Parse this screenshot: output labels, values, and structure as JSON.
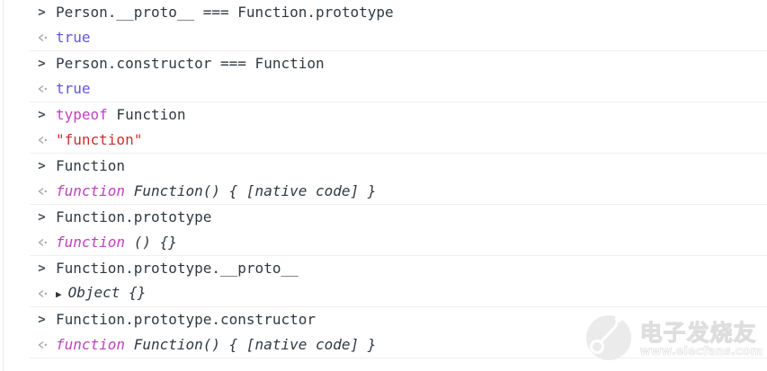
{
  "colors": {
    "background": "#ffffff",
    "left_border": "#ececec",
    "row_separator": "#f0f0f2",
    "input_chevron": "#46525d",
    "output_chevron": "#a8a8a8",
    "text_default": "#303942",
    "keyword": "#c041c1",
    "string": "#c9302c",
    "boolean": "#6257e0",
    "expander": "#333333",
    "watermark": "#dedede"
  },
  "icons": {
    "input": "chevron-right-icon",
    "result": "arrow-left-dot-icon",
    "expander": "triangle-right-icon"
  },
  "console": {
    "groups": [
      {
        "input": {
          "segments": [
            {
              "t": "Person.__proto__ === Function.prototype",
              "s": "plain"
            }
          ]
        },
        "result": {
          "segments": [
            {
              "t": "true",
              "s": "boolean"
            }
          ],
          "italic": false,
          "expander": false
        }
      },
      {
        "input": {
          "segments": [
            {
              "t": "Person.constructor === Function",
              "s": "plain"
            }
          ]
        },
        "result": {
          "segments": [
            {
              "t": "true",
              "s": "boolean"
            }
          ],
          "italic": false,
          "expander": false
        }
      },
      {
        "input": {
          "segments": [
            {
              "t": "typeof",
              "s": "keyword"
            },
            {
              "t": " Function",
              "s": "plain"
            }
          ]
        },
        "result": {
          "segments": [
            {
              "t": "\"function\"",
              "s": "string"
            }
          ],
          "italic": false,
          "expander": false
        }
      },
      {
        "input": {
          "segments": [
            {
              "t": "Function",
              "s": "plain"
            }
          ]
        },
        "result": {
          "segments": [
            {
              "t": "function",
              "s": "keyword"
            },
            {
              "t": " Function() { [native code] }",
              "s": "plain"
            }
          ],
          "italic": true,
          "expander": false
        }
      },
      {
        "input": {
          "segments": [
            {
              "t": "Function.prototype",
              "s": "plain"
            }
          ]
        },
        "result": {
          "segments": [
            {
              "t": "function",
              "s": "keyword"
            },
            {
              "t": " () {}",
              "s": "plain"
            }
          ],
          "italic": true,
          "expander": false
        }
      },
      {
        "input": {
          "segments": [
            {
              "t": "Function.prototype.__proto__",
              "s": "plain"
            }
          ]
        },
        "result": {
          "segments": [
            {
              "t": "Object {}",
              "s": "plain"
            }
          ],
          "italic": true,
          "expander": true
        }
      },
      {
        "input": {
          "segments": [
            {
              "t": "Function.prototype.constructor",
              "s": "plain"
            }
          ]
        },
        "result": {
          "segments": [
            {
              "t": "function",
              "s": "keyword"
            },
            {
              "t": " Function() { [native code] }",
              "s": "plain"
            }
          ],
          "italic": true,
          "expander": false
        }
      }
    ]
  },
  "watermark": {
    "title": "电子发烧友",
    "url": "www.elecfans.com",
    "expander_glyph": "▶",
    "input_glyph": ">"
  }
}
